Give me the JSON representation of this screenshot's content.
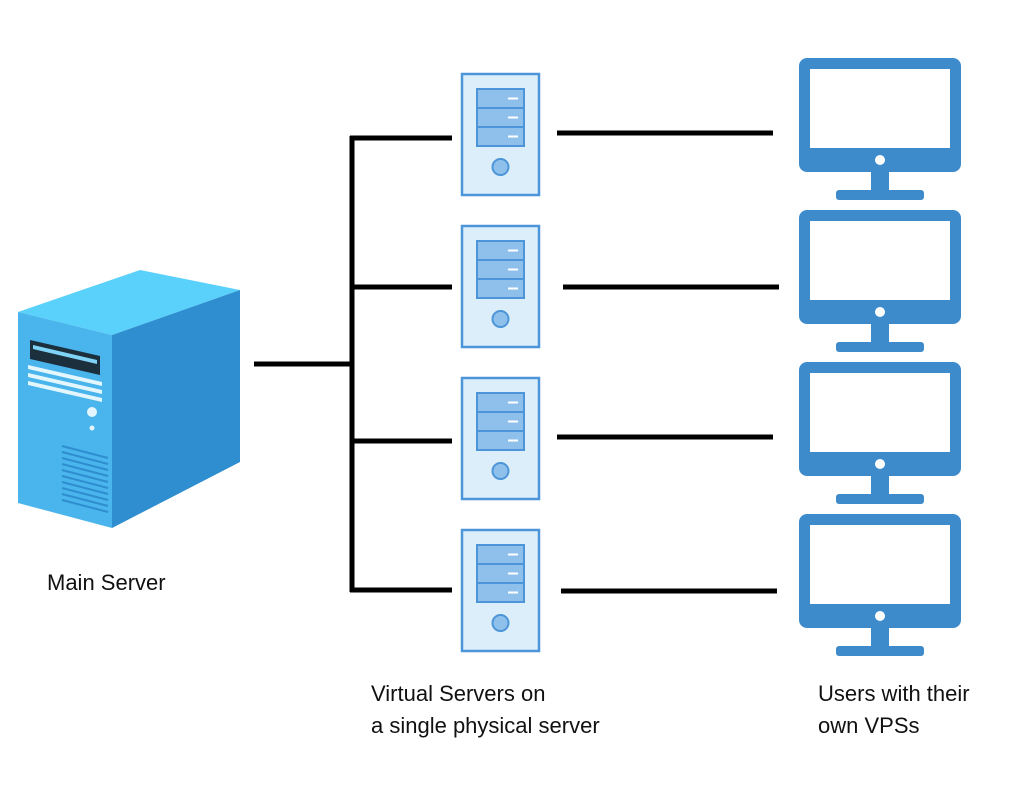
{
  "labels": {
    "main_server": "Main Server",
    "virtual_servers_line1": "Virtual Servers on",
    "virtual_servers_line2": "a single physical server",
    "users_line1": "Users with their",
    "users_line2": "own VPSs"
  },
  "virtual_servers": [
    {
      "name": "virtual-server-1"
    },
    {
      "name": "virtual-server-2"
    },
    {
      "name": "virtual-server-3"
    },
    {
      "name": "virtual-server-4"
    }
  ],
  "user_monitors": [
    {
      "name": "user-monitor-1"
    },
    {
      "name": "user-monitor-2"
    },
    {
      "name": "user-monitor-3"
    },
    {
      "name": "user-monitor-4"
    }
  ],
  "colors": {
    "line": "#000000",
    "main_front": "#4AB4EC",
    "main_side": "#2E8ED0",
    "main_top": "#5AD1FA",
    "vs_fill": "#DDEEFB",
    "vs_stroke": "#4B95D8",
    "vs_drive": "#8FC0EC",
    "monitor": "#3D8BCA"
  }
}
